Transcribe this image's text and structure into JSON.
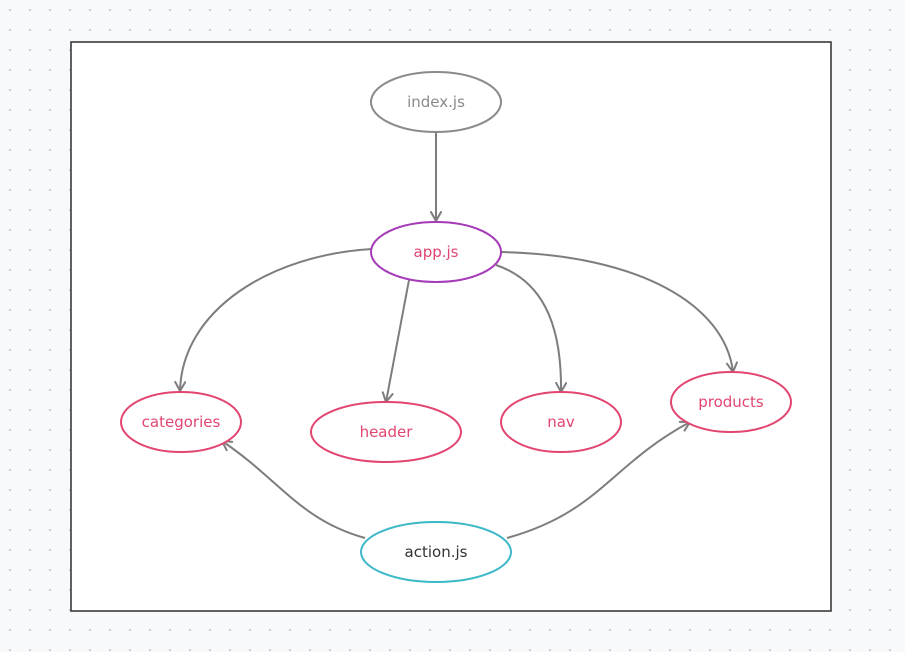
{
  "diagram": {
    "nodes": [
      {
        "id": "index",
        "label": "index.js",
        "stroke": "#8a8a8a",
        "text_color": "#8a8a8a"
      },
      {
        "id": "app",
        "label": "app.js",
        "stroke": "#a63ab8",
        "text_color": "#e2456f"
      },
      {
        "id": "categories",
        "label": "categories",
        "stroke": "#e2456f",
        "text_color": "#e2456f"
      },
      {
        "id": "header",
        "label": "header",
        "stroke": "#e2456f",
        "text_color": "#e2456f"
      },
      {
        "id": "nav",
        "label": "nav",
        "stroke": "#e2456f",
        "text_color": "#e2456f"
      },
      {
        "id": "products",
        "label": "products",
        "stroke": "#e2456f",
        "text_color": "#e2456f"
      },
      {
        "id": "action",
        "label": "action.js",
        "stroke": "#3cb8c8",
        "text_color": "#333333"
      }
    ],
    "edges": [
      {
        "from": "index",
        "to": "app"
      },
      {
        "from": "app",
        "to": "categories"
      },
      {
        "from": "app",
        "to": "header"
      },
      {
        "from": "app",
        "to": "nav"
      },
      {
        "from": "app",
        "to": "products"
      },
      {
        "from": "action",
        "to": "categories"
      },
      {
        "from": "action",
        "to": "products"
      }
    ],
    "edge_color": "#7d7d7d",
    "frame_color": "#3a3a3a"
  }
}
